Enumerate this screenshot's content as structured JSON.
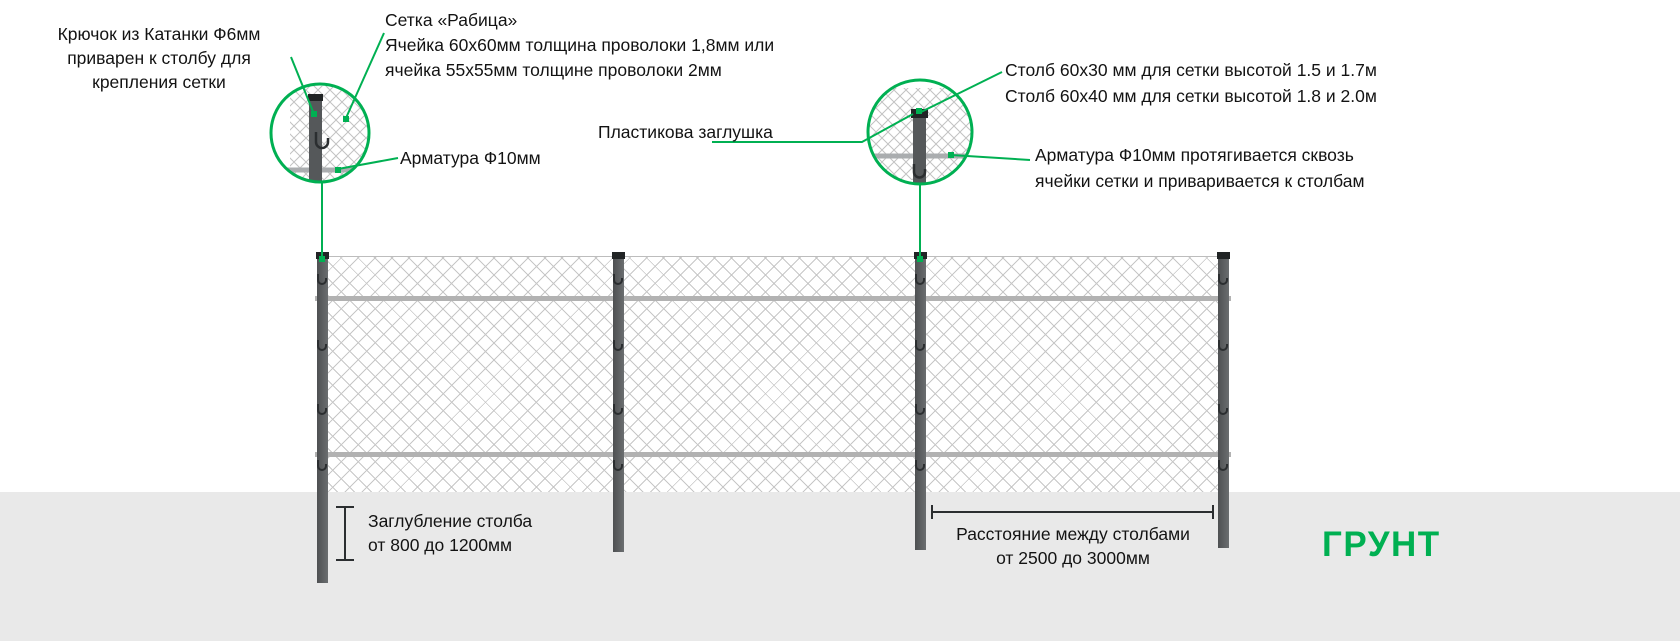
{
  "colors": {
    "accent": "#00b052",
    "ground": "#e9e9e9",
    "post": "#55585a",
    "mesh_line": "#c7c7c7",
    "rebar": "#b2b2b2",
    "text": "#131313"
  },
  "annotations": {
    "hook_note": {
      "lines": [
        "Крючок из Катанки Ф6мм",
        "приварен к столбу для",
        "крепления сетки"
      ]
    },
    "mesh_note": {
      "lines": [
        "Сетка «Рабица»",
        "Ячейка 60х60мм толщина проволоки 1,8мм или",
        "ячейка 55х55мм толщине проволоки 2мм"
      ]
    },
    "rebar_label": "Арматура Ф10мм",
    "cap_label": "Пластикова заглушка",
    "post_size_note": {
      "lines": [
        "Столб 60х30 мм для сетки высотой 1.5 и 1.7м",
        "Столб 60х40 мм для сетки высотой 1.8 и 2.0м"
      ]
    },
    "rebar_note": {
      "lines": [
        "Арматура Ф10мм протягивается сквозь",
        "ячейки сетки и приваривается к столбам"
      ]
    },
    "depth_dim": {
      "lines": [
        "Заглубление столба",
        "от 800 до 1200мм"
      ]
    },
    "spacing_dim": {
      "lines": [
        "Расстояние между столбами",
        "от 2500 до 3000мм"
      ]
    }
  },
  "brand": {
    "logo_text": "ГРУНТ"
  }
}
